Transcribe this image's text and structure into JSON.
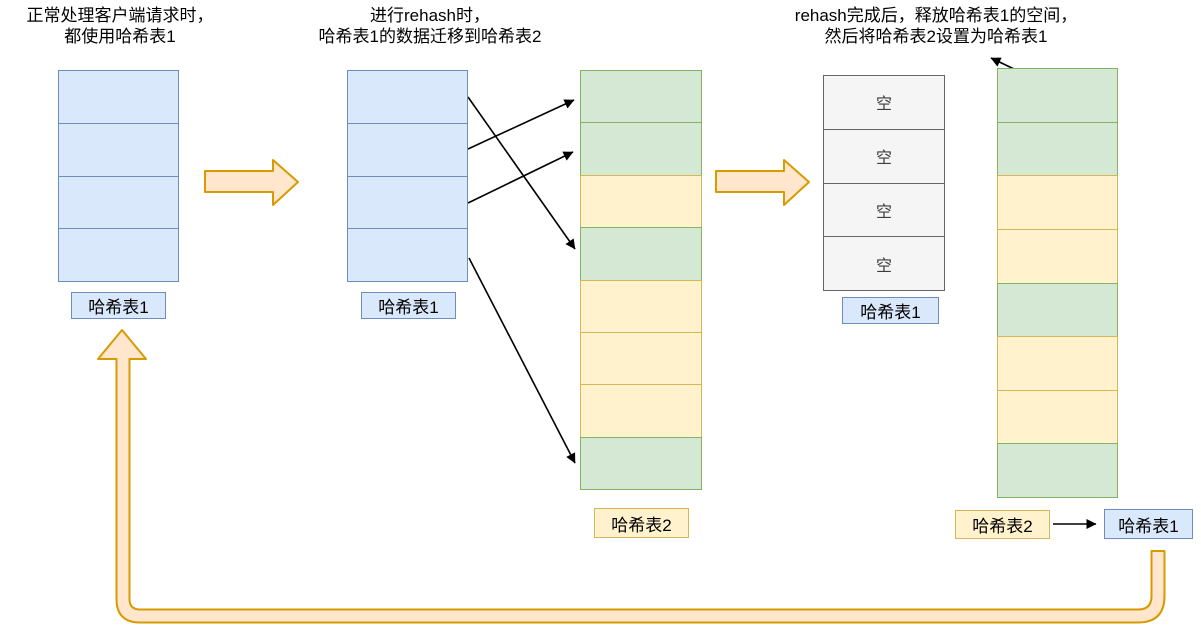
{
  "colors": {
    "blue_fill": "#dae8fc",
    "blue_border": "#6c8ebf",
    "green_fill": "#d5e8d4",
    "green_border": "#82b366",
    "yellow_fill": "#fff2cc",
    "yellow_border": "#d6b656",
    "gray_fill": "#f5f5f5",
    "gray_border": "#666666",
    "orange_fill": "#ffe6cc",
    "orange_border": "#d79b00",
    "thin_arrow": "#000000"
  },
  "captions": [
    {
      "line1": "正常处理客户端请求时，",
      "line2": "都使用哈希表1"
    },
    {
      "line1": "进行rehash时，",
      "line2": "哈希表1的数据迁移到哈希表2"
    },
    {
      "line1": "rehash完成后，释放哈希表1的空间，",
      "line2": "然后将哈希表2设置为哈希表1"
    }
  ],
  "tables": {
    "stage1_hash1": {
      "label": "哈希表1",
      "cells": [
        "blue",
        "blue",
        "blue",
        "blue"
      ]
    },
    "stage2_hash1": {
      "label": "哈希表1",
      "cells": [
        "blue",
        "blue",
        "blue",
        "blue"
      ]
    },
    "stage2_hash2": {
      "label": "哈希表2",
      "cells": [
        "green",
        "green",
        "yellow",
        "green",
        "yellow",
        "yellow",
        "yellow",
        "green"
      ]
    },
    "stage3_hash1": {
      "label": "哈希表1",
      "cell_text": "空",
      "cells": [
        "gray",
        "gray",
        "gray",
        "gray"
      ]
    },
    "stage3_hash2": {
      "label": "哈希表2",
      "cells": [
        "green",
        "green",
        "yellow",
        "yellow",
        "green",
        "yellow",
        "yellow",
        "green"
      ]
    },
    "stage3_new_hash1": {
      "label": "哈希表1"
    }
  },
  "migration_arrows": [
    {
      "from_cell": 1,
      "to_cell": 4
    },
    {
      "from_cell": 2,
      "to_cell": 1
    },
    {
      "from_cell": 3,
      "to_cell": 2
    },
    {
      "from_cell": 4,
      "to_cell": 8
    }
  ]
}
